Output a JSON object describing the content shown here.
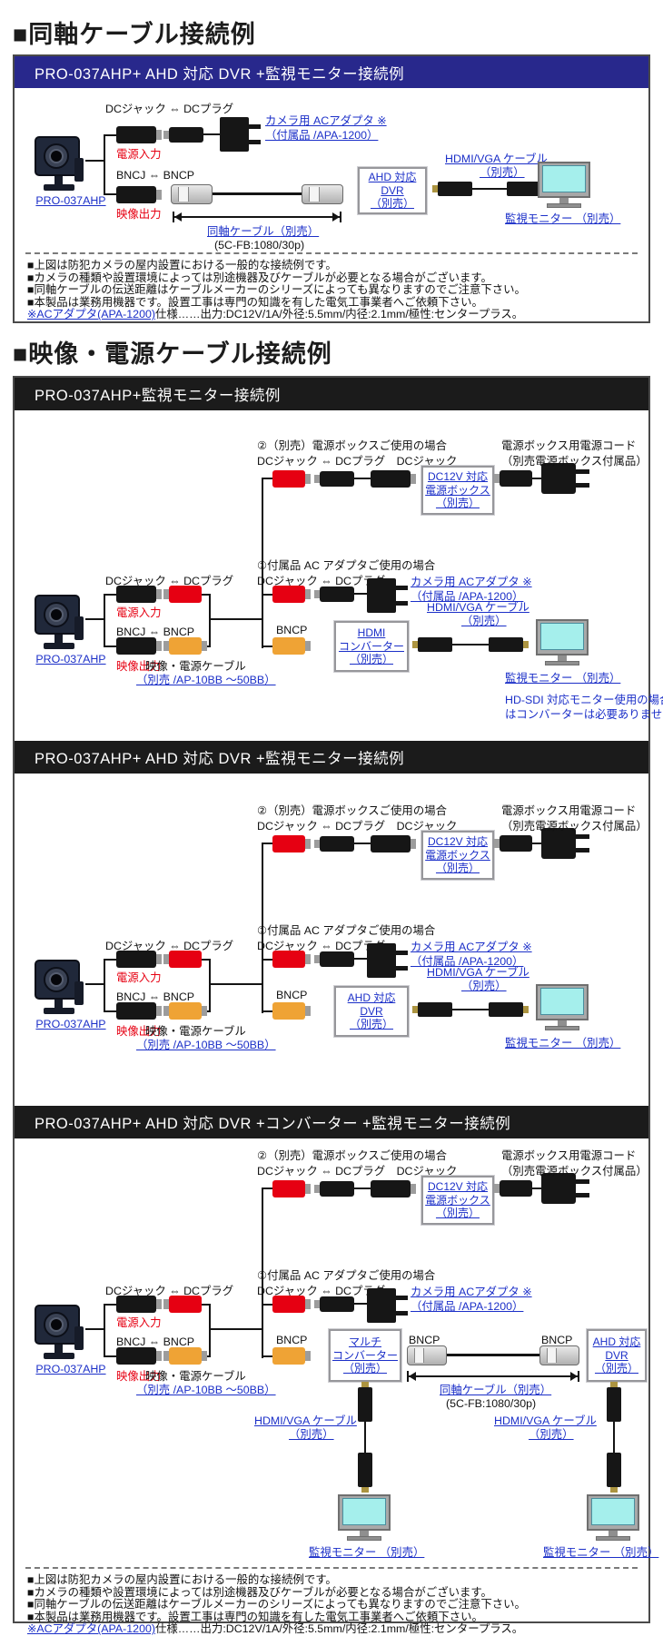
{
  "headers": {
    "coax": "■同軸ケーブル接続例",
    "video_power": "■映像・電源ケーブル接続例"
  },
  "banners": {
    "p1": "PRO-037AHP+ AHD 対応 DVR +監視モニター接続例",
    "pA": "PRO-037AHP+監視モニター接続例",
    "pB": "PRO-037AHP+ AHD 対応 DVR +監視モニター接続例",
    "pC": "PRO-037AHP+ AHD 対応 DVR +コンバーター +監視モニター接続例"
  },
  "labels": {
    "camera": "PRO-037AHP",
    "dc_jack_plug": "DCジャック ⇔ DCプラグ",
    "power_in": "電源入力",
    "bncj_bncp": "BNCJ ⇔ BNCP",
    "video_out": "映像出力",
    "bncp": "BNCP",
    "coax_cable": "同軸ケーブル（別売）",
    "coax_spec": "(5C-FB:1080/30p)",
    "ac_adapter_1": "カメラ用 ACアダプタ ※",
    "ac_adapter_2": "（付属品 /APA-1200）",
    "hdmi_vga_1": "HDMI/VGA ケーブル",
    "hdmi_vga_2": "（別売）",
    "monitor": "監視モニター （別売）",
    "case2_title": "②（別売）電源ボックスご使用の場合",
    "case2_sub": "DCジャック ⇔ DCプラグ　DCジャック",
    "case1_title": "①付属品 AC アダプタご使用の場合",
    "case1_sub": "DCジャック ⇔ DCプラグ",
    "power_cord_1": "電源ボックス用電源コード",
    "power_cord_2": "（別売電源ボックス付属品）",
    "av_cable_1": "映像・電源ケーブル",
    "av_cable_2": "（別売 /AP-10BB ～50BB）",
    "hdsdi_1": "HD-SDI 対応モニター使用の場合",
    "hdsdi_2": "はコンバーターは必要ありません。"
  },
  "boxes": {
    "ahd_dvr": [
      "AHD 対応",
      "DVR",
      "（別売）"
    ],
    "dc12v": [
      "DC12V 対応",
      "電源ボックス",
      "（別売）"
    ],
    "hdmi_conv": [
      "HDMI",
      "コンバーター",
      "（別売）"
    ],
    "multi_conv": [
      "マルチ",
      "コンバーター",
      "（別売）"
    ]
  },
  "notes": {
    "items": [
      "■上図は防犯カメラの屋内設置における一般的な接続例です。",
      "■カメラの種類や設置環境によっては別途機器及びケーブルが必要となる場合がございます。",
      "■同軸ケーブルの伝送距離はケーブルメーカーのシリーズによっても異なりますのでご注意下さい。",
      "■本製品は業務用機器です。設置工事は専門の知識を有した電気工事業者へご依頼下さい。"
    ],
    "spec_link": "※ACアダプタ(APA-1200)",
    "spec_rest": "仕様……出力:DC12V/1A/外径:5.5mm/内径:2.1mm/極性:センタープラス。"
  },
  "colors": {
    "link_blue": "#1b2fc8",
    "alert_red": "#e60012",
    "rca_yellow": "#efa335",
    "banner_navy": "#28288c",
    "banner_black": "#1b1b1b",
    "screen_cyan": "#a5efec"
  }
}
